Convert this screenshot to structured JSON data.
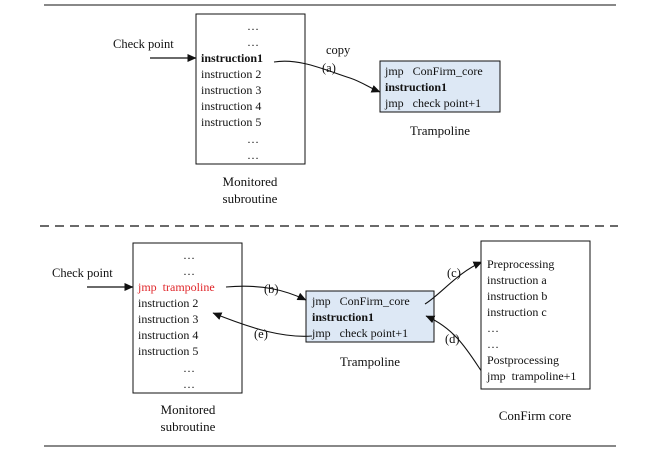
{
  "top": {
    "checkpoint_label": "Check point",
    "copy_label": "copy",
    "step_a": "(a)",
    "monitored_lines": [
      "…",
      "…",
      "instruction1",
      "instruction 2",
      "instruction 3",
      "instruction 4",
      "instruction 5",
      "…",
      "…"
    ],
    "monitored_caption": [
      "Monitored",
      "subroutine"
    ],
    "trampoline_lines": [
      "jmp   ConFirm_core",
      "instruction1",
      "jmp   check point+1"
    ],
    "trampoline_caption": "Trampoline"
  },
  "bottom": {
    "checkpoint_label": "Check point",
    "step_b": "(b)",
    "step_c": "(c)",
    "step_d": "(d)",
    "step_e": "(e)",
    "monitored_lines": [
      "…",
      "…",
      "jmp  trampoline",
      "instruction 2",
      "instruction 3",
      "instruction 4",
      "instruction 5",
      "…",
      "…"
    ],
    "monitored_caption": [
      "Monitored",
      "subroutine"
    ],
    "trampoline_lines": [
      "jmp   ConFirm_core",
      "instruction1",
      "jmp   check point+1"
    ],
    "trampoline_caption": "Trampoline",
    "confirm_lines": [
      "Preprocessing",
      "instruction a",
      "instruction b",
      "instruction c",
      "…",
      "…",
      "Postprocessing",
      "jmp  trampoline+1"
    ],
    "confirm_caption": "ConFirm core"
  },
  "colors": {
    "trampoline_fill": "#dde8f5",
    "highlight": "#e0262a",
    "line": "#111111"
  }
}
